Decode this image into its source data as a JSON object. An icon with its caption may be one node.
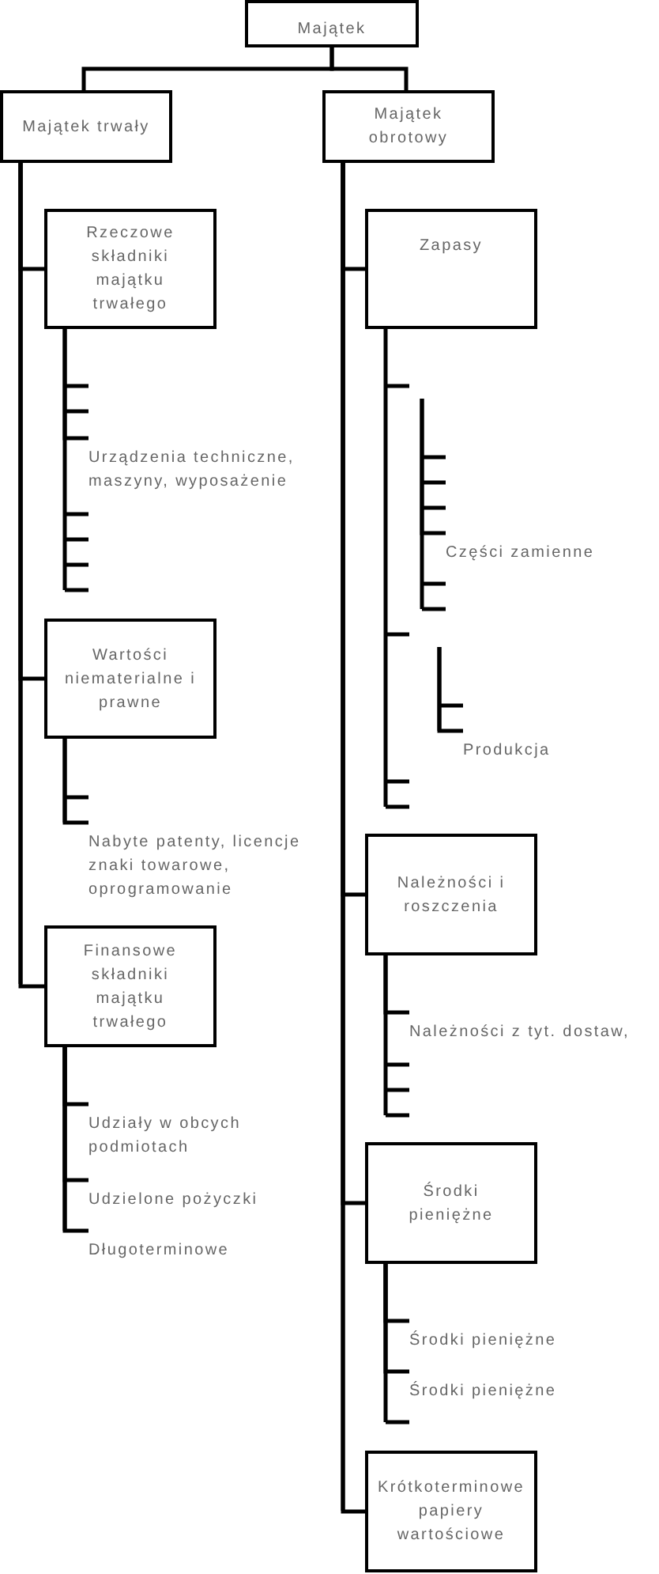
{
  "diagram": {
    "nodes": [
      {
        "text": [
          "Majątek"
        ]
      },
      {
        "text": [
          "Majątek trwały"
        ]
      },
      {
        "text": [
          "Majątek obrotowy"
        ]
      },
      {
        "text": [
          "Rzeczowe składniki majątku trwałego"
        ]
      },
      {
        "text": [
          "Urządzenia techniczne, maszyny, wyposażenie"
        ]
      },
      {
        "text": [
          "Wartości niematerialne i prawne"
        ]
      },
      {
        "text": [
          "Nabyte patenty, licencje znaki towarowe, oprogramowanie"
        ]
      },
      {
        "text": [
          "Finansowe składniki majątku trwałego"
        ]
      },
      {
        "text": [
          "Udziały w obcych podmiotach"
        ]
      },
      {
        "text": [
          "Udzielone pożyczki"
        ]
      },
      {
        "text": [
          "Długoterminowe"
        ]
      },
      {
        "text": [
          "Zapasy"
        ]
      },
      {
        "text": [
          "Części zamienne"
        ]
      },
      {
        "text": [
          "Produkcja"
        ]
      },
      {
        "text": [
          "Należności i roszczenia"
        ]
      },
      {
        "text": [
          "Należności z tyt. dostaw,"
        ]
      },
      {
        "text": [
          "Środki pieniężne"
        ]
      },
      {
        "text": [
          "Środki pieniężne"
        ]
      },
      {
        "text": [
          "Środki pieniężne"
        ]
      },
      {
        "text": [
          "Krótkoterminowe papiery wartościowe"
        ]
      }
    ],
    "edges": [
      {
        "from": 0,
        "to": 1,
        "arrow": "none"
      },
      {
        "from": 0,
        "to": 2,
        "arrow": "none"
      },
      {
        "from": 1,
        "to": 3,
        "arrow": "none"
      },
      {
        "from": 1,
        "to": 5,
        "arrow": "none"
      },
      {
        "from": 1,
        "to": 7,
        "arrow": "none"
      },
      {
        "from": 3,
        "to": 4,
        "arrow": "none"
      },
      {
        "from": 5,
        "to": 6,
        "arrow": "none"
      },
      {
        "from": 7,
        "to": 8,
        "arrow": "none"
      },
      {
        "from": 7,
        "to": 9,
        "arrow": "none"
      },
      {
        "from": 7,
        "to": 10,
        "arrow": "none"
      },
      {
        "from": 2,
        "to": 11,
        "arrow": "none"
      },
      {
        "from": 2,
        "to": 14,
        "arrow": "none"
      },
      {
        "from": 2,
        "to": 16,
        "arrow": "none"
      },
      {
        "from": 2,
        "to": 19,
        "arrow": "none"
      },
      {
        "from": null,
        "to": 12,
        "arrow": "none"
      },
      {
        "from": null,
        "to": 13,
        "arrow": "none"
      },
      {
        "from": 14,
        "to": 15,
        "arrow": "none"
      },
      {
        "from": 16,
        "to": 17,
        "arrow": "none"
      },
      {
        "from": 16,
        "to": 18,
        "arrow": "none"
      }
    ]
  }
}
